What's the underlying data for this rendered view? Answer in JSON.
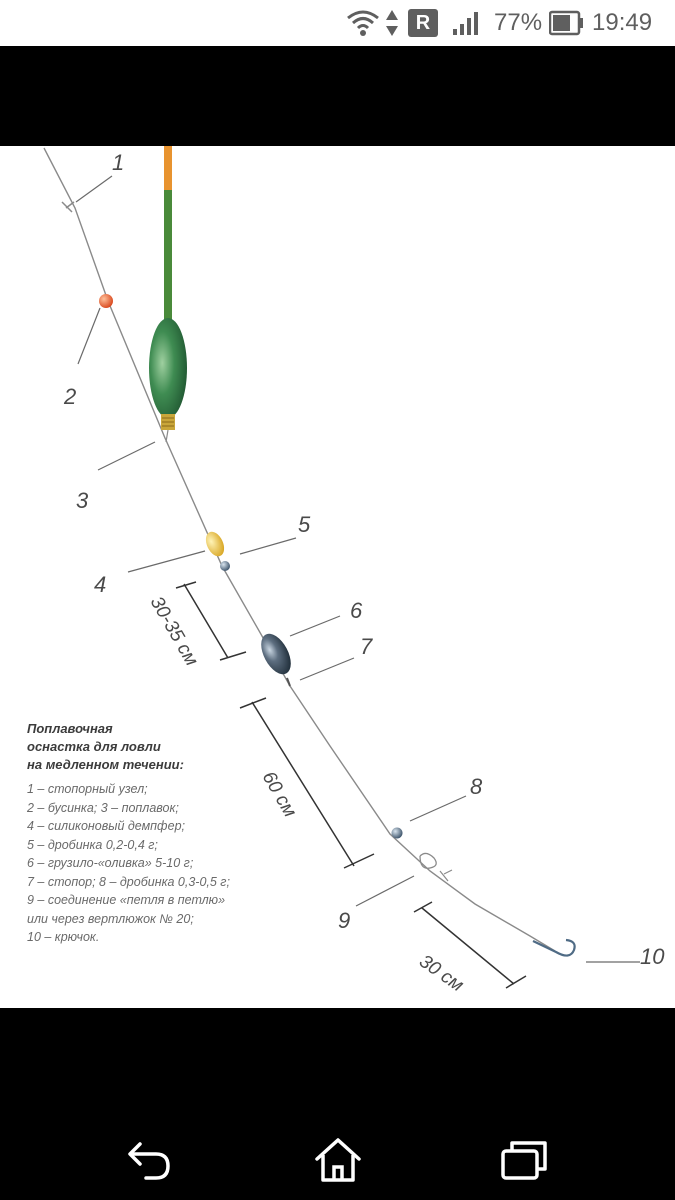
{
  "status_bar": {
    "battery_percent": "77%",
    "time": "19:49",
    "roaming_badge": "R",
    "icons": [
      "wifi-icon",
      "data-arrows-icon",
      "roaming-icon",
      "signal-icon",
      "battery-icon"
    ]
  },
  "diagram": {
    "callouts": [
      "1",
      "2",
      "3",
      "4",
      "5",
      "6",
      "7",
      "8",
      "9",
      "10"
    ],
    "dimensions": [
      "30-35 см",
      "60 см",
      "30 см"
    ],
    "legend_title": "Поплавочная\nоснастка для ловли\nна медленном течении:",
    "legend_items": [
      "1 – стопорный узел;",
      "2 – бусинка; 3 – поплавок;",
      "4 – силиконовый демпфер;",
      "5 – дробинка 0,2-0,4 г;",
      "6 – грузило-«оливка» 5-10 г;",
      "7 – стопор; 8 – дробинка 0,3-0,5 г;",
      "9 – соединение «петля в петлю»",
      "или через вертлюжок № 20;",
      "10 – крючок."
    ],
    "colors": {
      "float_body": "#2f7a45",
      "antenna_tip": "#e8932f",
      "bead": "#e0582a",
      "shot": "#e8c24a",
      "olive_sinker": "#3b4a5a"
    }
  },
  "nav_bar": {
    "buttons": [
      "back-icon",
      "home-icon",
      "recents-icon"
    ]
  }
}
